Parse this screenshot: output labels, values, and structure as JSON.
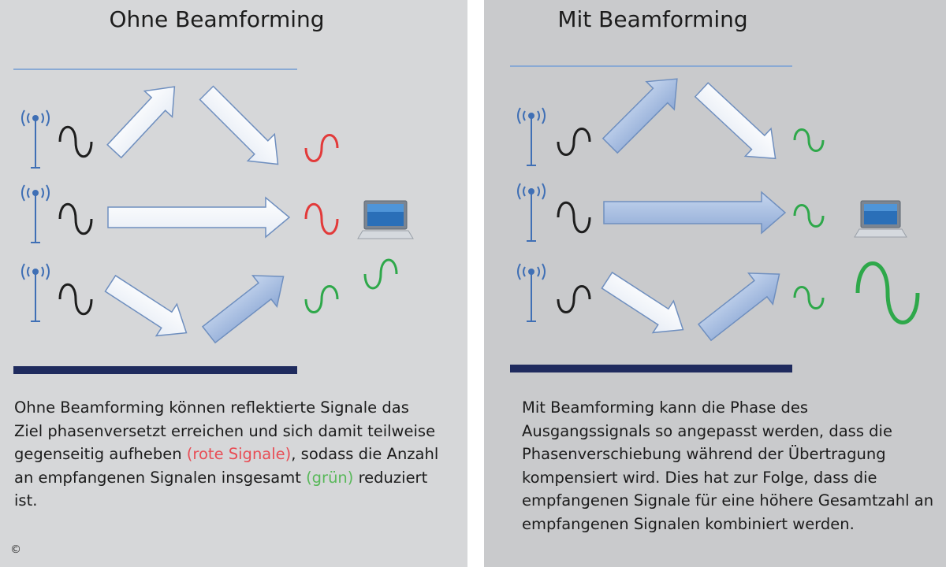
{
  "left": {
    "title": "Ohne Beamforming",
    "description": {
      "part1": "Ohne Beamforming können reflektierte Signale das Ziel phasenversetzt erreichen und sich damit teilweise gegenseitig aufheben ",
      "red": "(rote Signale)",
      "part2": ", sodass die Anzahl an empfangenen Signalen insgesamt ",
      "green": "(grün)",
      "part3": " reduziert ist."
    }
  },
  "right": {
    "title": "Mit Beamforming",
    "description": "Mit Beamforming kann die Phase des Ausgangssignals so angepasst werden, dass die Phasenverschiebung während der Übertragung kompensiert wird. Dies hat zur Folge, dass die empfangenen Signale für eine höhere Gesamtzahl an empfangenen Signalen kombiniert werden."
  },
  "copyright": "©",
  "colors": {
    "antenna": "#3f6fb5",
    "signal_black": "#1e1e1e",
    "signal_red": "#e23a3a",
    "signal_green": "#2ea84a",
    "reflector_top": "#8aaad4",
    "reflector_bottom": "#1f2b5e"
  },
  "icons": [
    "antenna-icon",
    "laptop-icon"
  ]
}
